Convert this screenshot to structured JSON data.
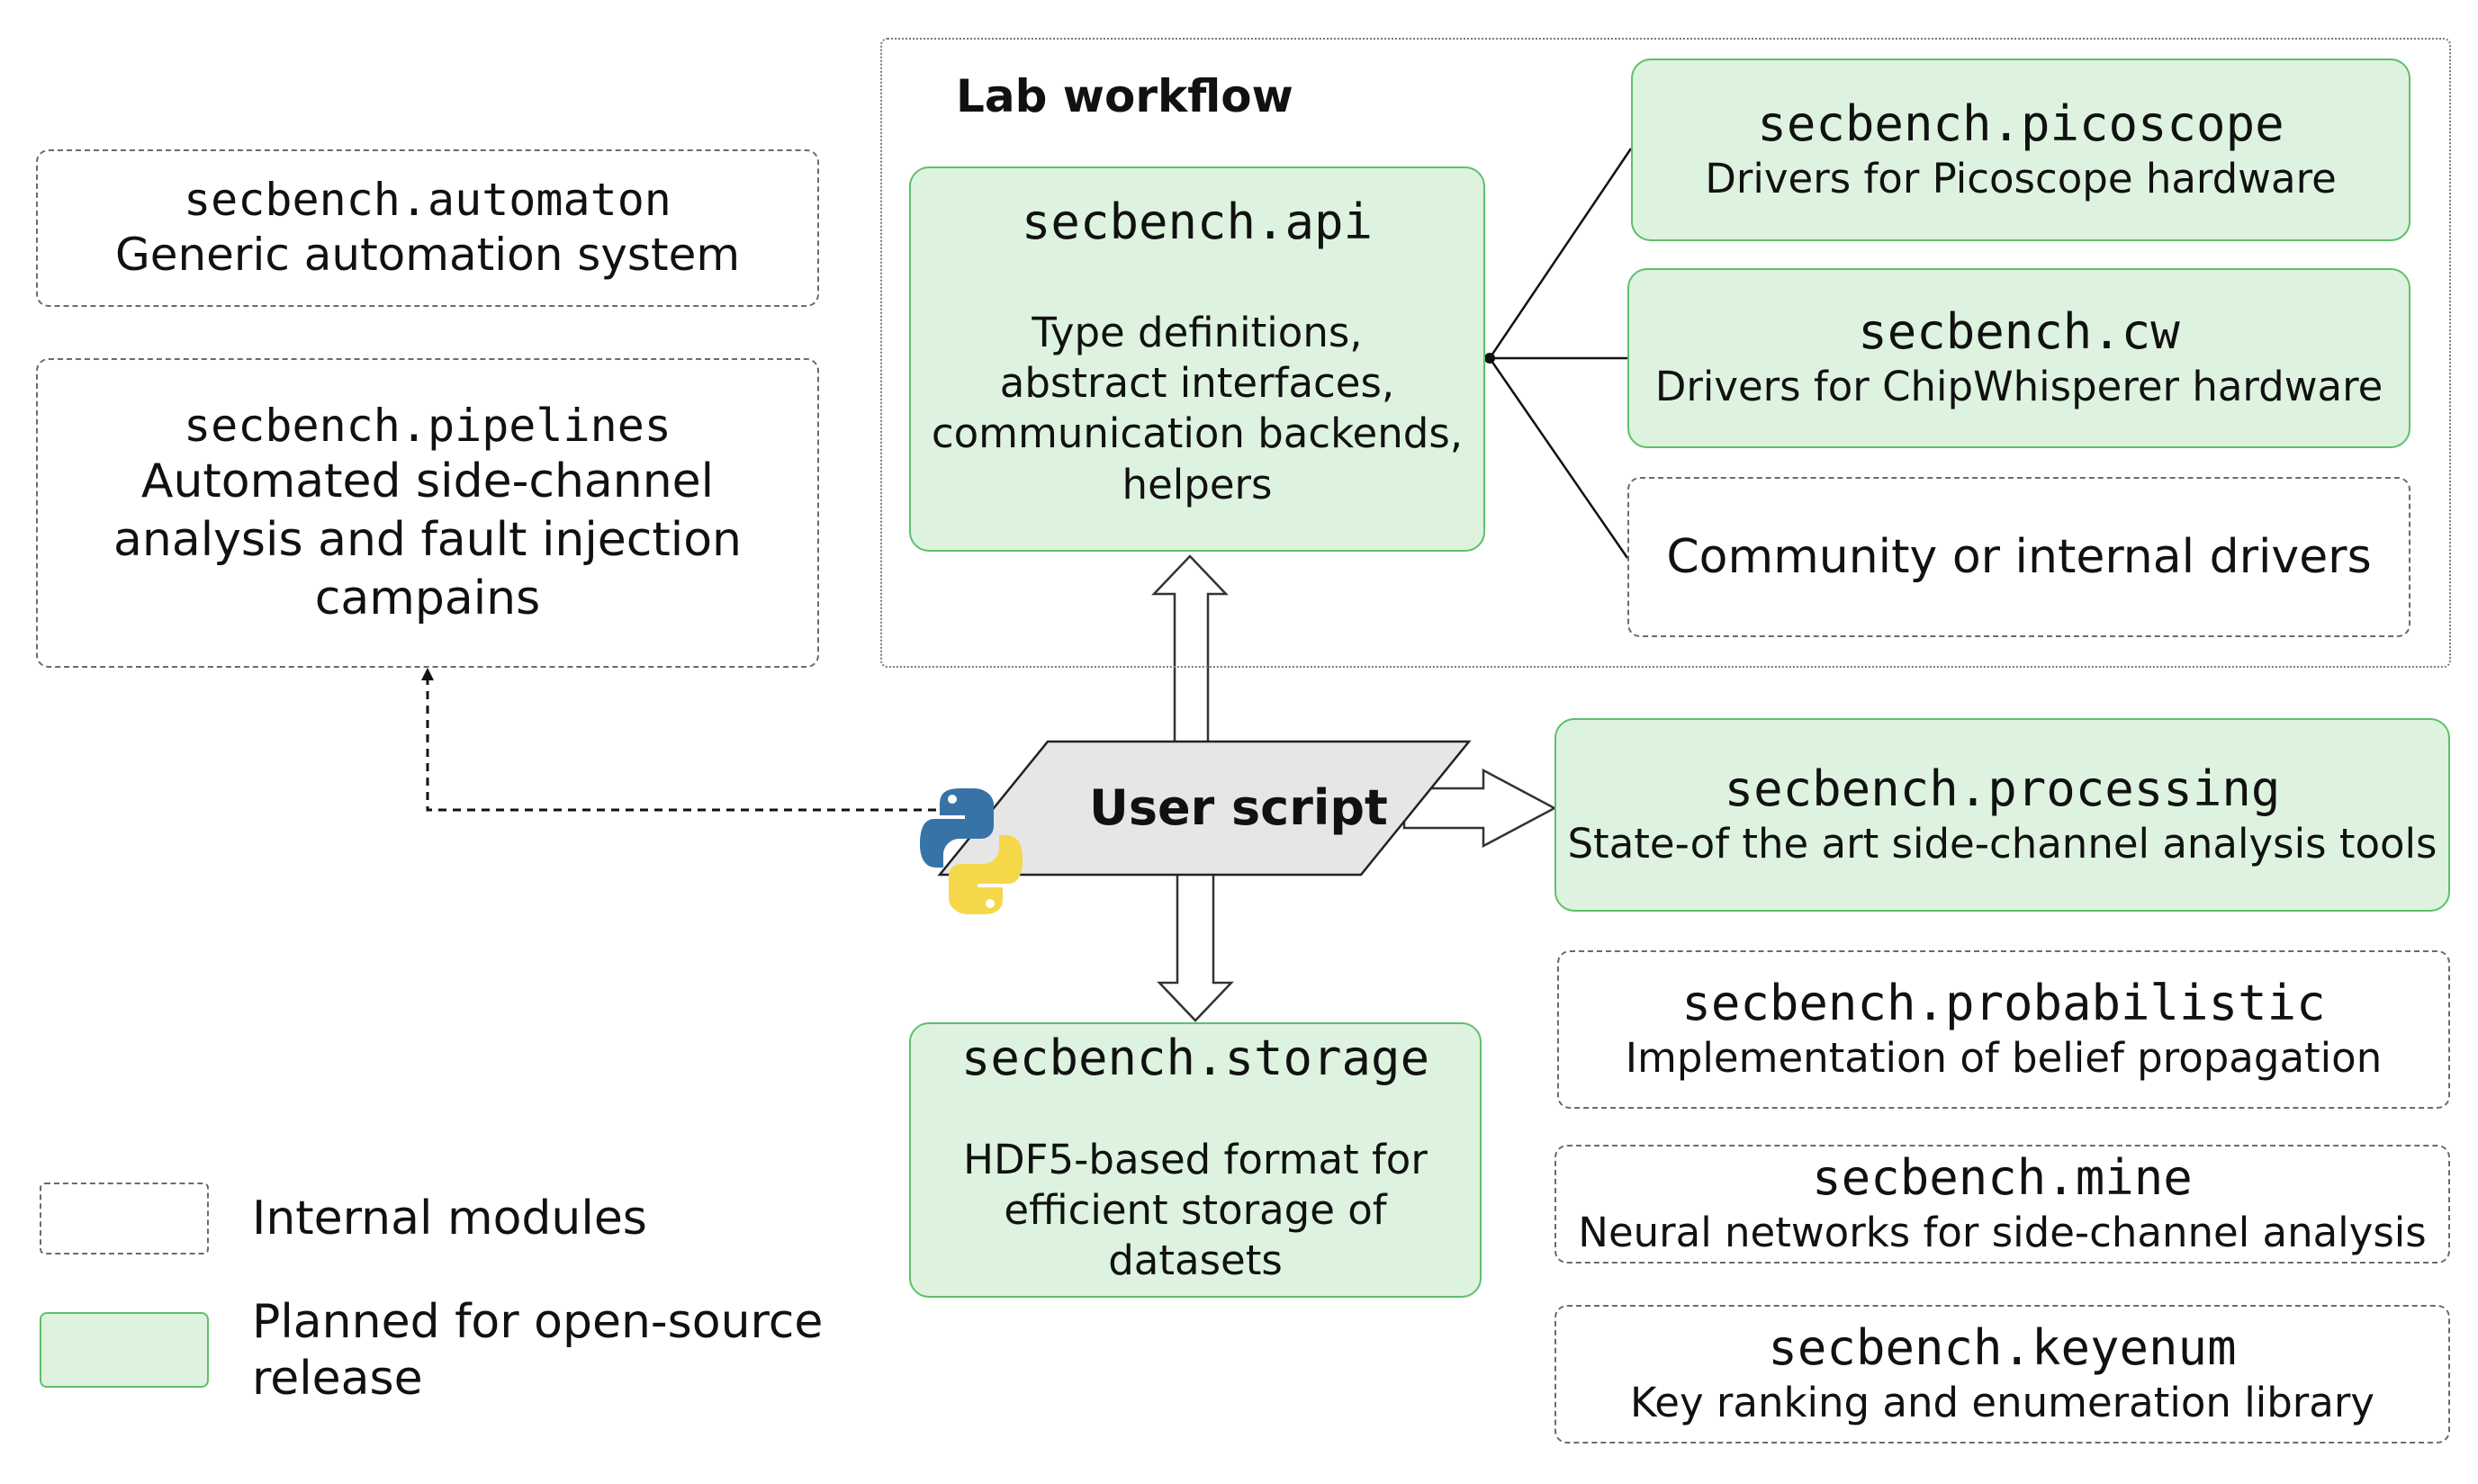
{
  "colors": {
    "green_fill": "#ddf3df",
    "green_border": "#5fbf6a",
    "dashed_border": "#6b6b6b",
    "user_script_fill": "#e6e6e6",
    "python_blue": "#3873a8",
    "python_yellow": "#f5d84a"
  },
  "lab_workflow": {
    "title": "Lab workflow",
    "api": {
      "name": "secbench.api",
      "description_lines": [
        "Type definitions,",
        "abstract interfaces,",
        "communication backends,",
        "helpers"
      ]
    },
    "picoscope": {
      "name": "secbench.picoscope",
      "description": "Drivers for Picoscope hardware"
    },
    "cw": {
      "name": "secbench.cw",
      "description": "Drivers for ChipWhisperer hardware"
    },
    "community": {
      "label": "Community or internal drivers"
    }
  },
  "automaton": {
    "name": "secbench.automaton",
    "description": "Generic automation system"
  },
  "pipelines": {
    "name": "secbench.pipelines",
    "description_lines": [
      "Automated side-channel",
      "analysis and fault injection",
      "campains"
    ]
  },
  "user_script": {
    "label": "User script",
    "icon": "python-logo-icon"
  },
  "processing": {
    "name": "secbench.processing",
    "description": "State-of the art side-channel analysis tools"
  },
  "storage": {
    "name": "secbench.storage",
    "description_lines": [
      "HDF5-based format for",
      "efficient storage of",
      "datasets"
    ]
  },
  "probabilistic": {
    "name": "secbench.probabilistic",
    "description": "Implementation of belief propagation"
  },
  "mine": {
    "name": "secbench.mine",
    "description": "Neural networks for side-channel analysis"
  },
  "keyenum": {
    "name": "secbench.keyenum",
    "description": "Key ranking and enumeration library"
  },
  "legend": {
    "internal": "Internal modules",
    "planned_lines": [
      "Planned for open-source",
      "release"
    ]
  }
}
